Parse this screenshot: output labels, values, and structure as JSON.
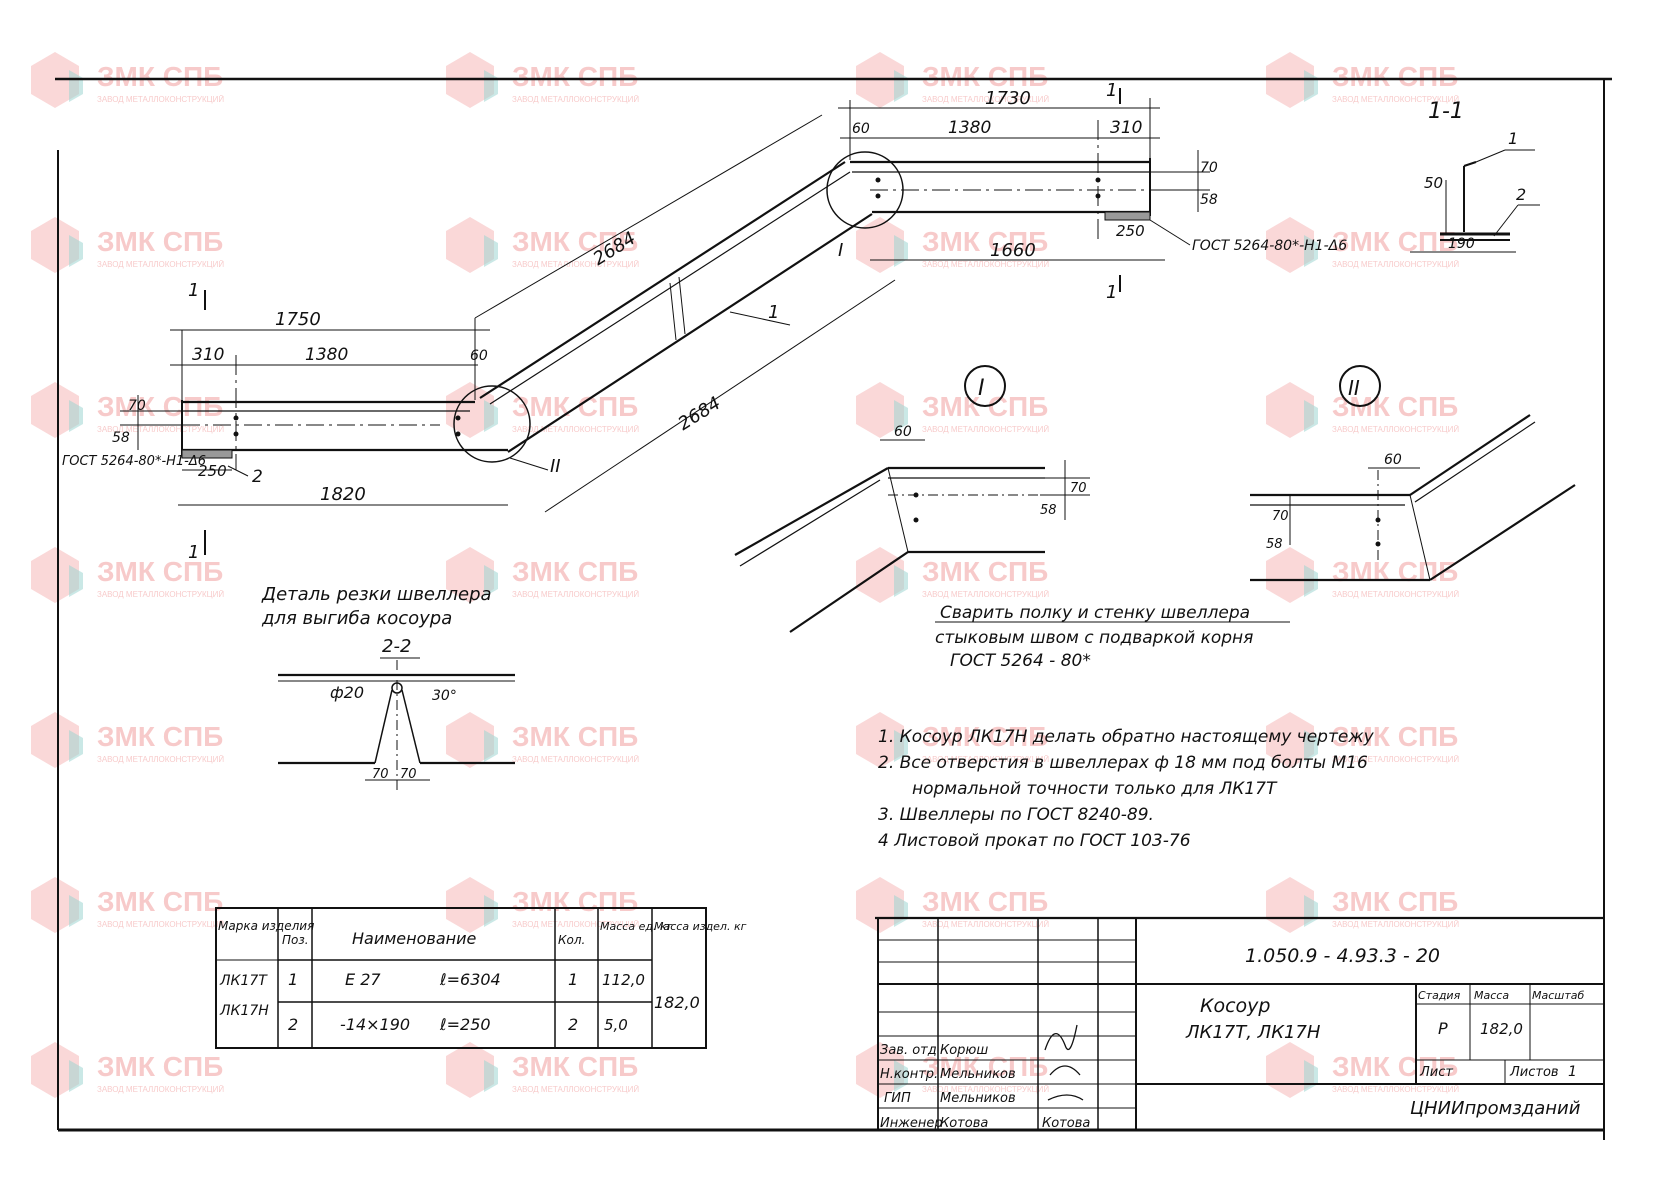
{
  "watermark": {
    "brand": "ЗМК СПБ",
    "subtitle": "ЗАВОД МЕТАЛЛОКОНСТРУКЦИЙ",
    "colors": {
      "red": "#f3a7a7",
      "teal": "#9fd6d2"
    }
  },
  "section_view": {
    "title": "1-1",
    "pos1": "1",
    "pos2": "2",
    "dim_50": "50",
    "dim_190": "190"
  },
  "main_drawing": {
    "top_segment": {
      "dim_1730": "1730",
      "dim_1380": "1380",
      "dim_310": "310",
      "dim_60": "60",
      "dim_70": "70",
      "dim_58": "58",
      "dim_250": "250",
      "dim_1660": "1660",
      "weld_note": "ГОСТ 5264-80*-Н1-Δ6",
      "mark_I": "I",
      "section_mark": "1"
    },
    "incline": {
      "dim_upper": "2684",
      "dim_lower": "2684",
      "pos": "1"
    },
    "bottom_segment": {
      "dim_1750": "1750",
      "dim_310": "310",
      "dim_1380": "1380",
      "dim_60": "60",
      "dim_70": "70",
      "dim_58": "58",
      "dim_250": "250",
      "dim_1820": "1820",
      "weld_note": "ГОСТ 5264-80*-Н1-Δ6",
      "pos": "2",
      "mark_II": "II",
      "section_mark": "1"
    }
  },
  "detail_I": {
    "label": "I",
    "dim_60": "60",
    "dim_70": "70",
    "dim_58": "58"
  },
  "detail_II": {
    "label": "II",
    "dim_60": "60",
    "dim_70": "70",
    "dim_58": "58"
  },
  "weld_instruction": {
    "line1": "Сварить полку и стенку швеллера",
    "line2": "стыковым швом с подваркой корня",
    "line3": "ГОСТ 5264 - 80*"
  },
  "cut_detail": {
    "title_line1": "Деталь резки швеллера",
    "title_line2": "для выгиба косоура",
    "section": "2-2",
    "hole": "ф20",
    "angle": "30°",
    "dim_left": "70",
    "dim_right": "70"
  },
  "notes": [
    "1. Косоур ЛК17Н делать обратно настоящему чертежу",
    "2. Все отверстия в швеллерах ф 18 мм под болты М16",
    "нормальной точности только для ЛК17Т",
    "3. Швеллеры по ГОСТ 8240-89.",
    "4 Листовой прокат по ГОСТ 103-76"
  ],
  "spec_table": {
    "headers": [
      "Марка изделия",
      "Поз.",
      "Наименование",
      "Кол.",
      "Масса ед. кг",
      "Масса издел. кг"
    ],
    "marks": [
      "ЛК17Т",
      "ЛК17Н"
    ],
    "rows": [
      {
        "pos": "1",
        "name": "Е 27",
        "length": "ℓ=6304",
        "qty": "1",
        "unit_mass": "112,0"
      },
      {
        "pos": "2",
        "name": "-14×190",
        "length": "ℓ=250",
        "qty": "2",
        "unit_mass": "5,0"
      }
    ],
    "total_mass": "182,0"
  },
  "title_block": {
    "doc_code": "1.050.9 - 4.93.3 - 20",
    "title": "Косоур",
    "subtitle": "ЛК17Т, ЛК17Н",
    "col_stage": "Стадия",
    "col_mass": "Масса",
    "col_scale": "Масштаб",
    "stage": "Р",
    "mass": "182,0",
    "sheet_label": "Лист",
    "sheets_label": "Листов",
    "sheets": "1",
    "org": "ЦНИИпромзданий",
    "people": [
      {
        "role": "Зав. отд",
        "name": "Корюш"
      },
      {
        "role": "Н.контр.",
        "name": "Мельников"
      },
      {
        "role": "ГИП",
        "name": "Мельников"
      },
      {
        "role": "Инженер",
        "name": "Котова"
      }
    ],
    "signature_ingener": "Котова"
  }
}
